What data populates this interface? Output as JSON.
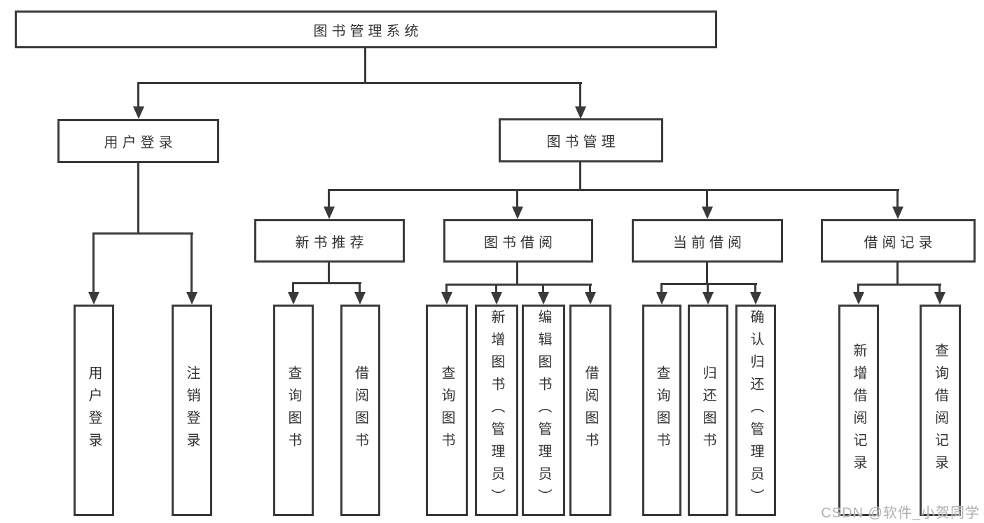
{
  "diagram": {
    "title": "图书管理系统",
    "branches": [
      {
        "label": "用户登录",
        "children": [
          {
            "label": "用户登录"
          },
          {
            "label": "注销登录"
          }
        ]
      },
      {
        "label": "图书管理",
        "children": [
          {
            "label": "新书推荐",
            "children": [
              {
                "label": "查询图书"
              },
              {
                "label": "借阅图书"
              }
            ]
          },
          {
            "label": "图书借阅",
            "children": [
              {
                "label": "查询图书"
              },
              {
                "label": "新增图书（管理员）"
              },
              {
                "label": "编辑图书（管理员）"
              },
              {
                "label": "借阅图书"
              }
            ]
          },
          {
            "label": "当前借阅",
            "children": [
              {
                "label": "查询图书"
              },
              {
                "label": "归还图书"
              },
              {
                "label": "确认归还（管理员）"
              }
            ]
          },
          {
            "label": "借阅记录",
            "children": [
              {
                "label": "新增借阅记录"
              },
              {
                "label": "查询借阅记录"
              }
            ]
          }
        ]
      }
    ]
  },
  "colors": {
    "line": "#3a3a3a",
    "text": "#333333",
    "background": "#ffffff",
    "watermark": "#b0b0b0"
  },
  "watermark": {
    "text": "CSDN @软件_小贺同学"
  }
}
